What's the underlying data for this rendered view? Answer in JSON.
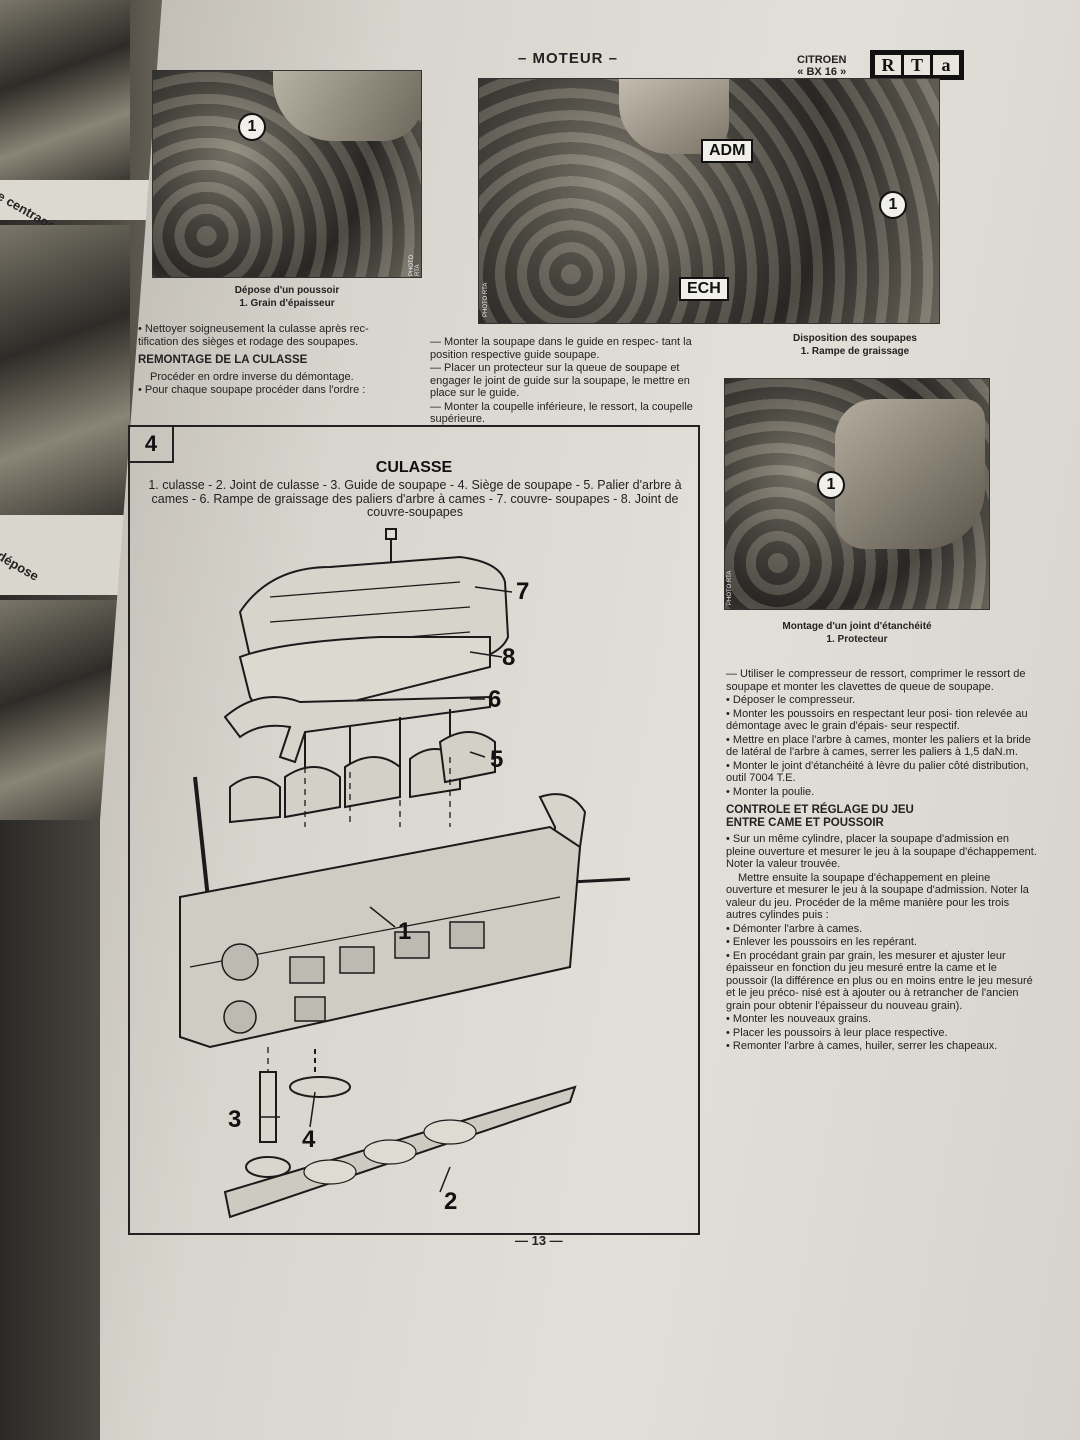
{
  "left_page": {
    "caption_1": "e centrage culasse",
    "caption_2": "dépose"
  },
  "header": {
    "section": "– MOTEUR –",
    "brand_line1": "CITROEN",
    "brand_line2": "« BX 16 »",
    "logo_letters": [
      "R",
      "T",
      "a"
    ]
  },
  "photo1": {
    "callout": "1",
    "credit": "PHOTO RTA",
    "caption_line1": "Dépose d'un poussoir",
    "caption_line2": "1. Grain d'épaisseur"
  },
  "photo2": {
    "label_top": "ADM",
    "label_bottom": "ECH",
    "callout": "1",
    "credit": "PHOTO RTA",
    "caption_line1": "Disposition des soupapes",
    "caption_line2": "1. Rampe de graissage"
  },
  "photo3": {
    "callout": "1",
    "credit": "PHOTO RTA",
    "caption_line1": "Montage d'un joint d'étanchéité",
    "caption_line2": "1. Protecteur"
  },
  "col_left_text": {
    "p1": "• Nettoyer soigneusement la culasse après rec- tification des sièges et rodage des soupapes.",
    "heading": "REMONTAGE DE LA CULASSE",
    "p2": "Procéder en ordre inverse du démontage.",
    "p3": "• Pour chaque soupape procéder dans l'ordre :"
  },
  "col_mid_text": {
    "p1": "— Monter la soupape dans le guide en respec- tant la position respective guide soupape.",
    "p2": "— Placer un protecteur sur la queue de soupape et engager le joint de guide sur la soupape, le mettre en place sur le guide.",
    "p3": "— Monter la coupelle inférieure, le ressort, la coupelle supérieure."
  },
  "figure": {
    "number": "4",
    "title": "CULASSE",
    "legend": "1. culasse - 2. Joint de culasse - 3. Guide de soupape - 4. Siège de soupape - 5. Palier d'arbre à cames - 6. Rampe de graissage des paliers d'arbre à cames - 7. couvre- soupapes - 8. Joint de couvre-soupapes",
    "labels": [
      "1",
      "2",
      "3",
      "4",
      "5",
      "6",
      "7",
      "8"
    ]
  },
  "col_right_text": {
    "p1": "— Utiliser le compresseur de ressort, comprimer le ressort de soupape et monter les clavettes de queue de soupape.",
    "p2": "• Déposer le compresseur.",
    "p3": "• Monter les poussoirs en respectant leur posi- tion relevée au démontage avec le grain d'épais- seur respectif.",
    "p4": "• Mettre en place l'arbre à cames, monter les paliers et la bride de latéral de l'arbre à cames, serrer les paliers à 1,5 daN.m.",
    "p5": "• Monter le joint d'étanchéité à lèvre du palier côté distribution, outil 7004 T.E.",
    "p6": "• Monter la poulie.",
    "heading_line1": "CONTROLE ET RÉGLAGE DU JEU",
    "heading_line2": "ENTRE CAME ET POUSSOIR",
    "p7": "• Sur un même cylindre, placer la soupape d'admission en pleine ouverture et mesurer le jeu à la soupape d'échappement. Noter la valeur trouvée.",
    "p8": "Mettre ensuite la soupape d'échappement en pleine ouverture et mesurer le jeu à la soupape d'admission. Noter la valeur du jeu. Procéder de la même manière pour les trois autres cylindes puis :",
    "p9": "• Démonter l'arbre à cames.",
    "p10": "• Enlever les poussoirs en les repérant.",
    "p11": "• En procédant grain par grain, les mesurer et ajuster leur épaisseur en fonction du jeu mesuré entre la came et le poussoir (la différence en plus ou en moins entre le jeu mesuré et le jeu préco- nisé est à ajouter ou à retrancher de l'ancien grain pour obtenir l'épaisseur du nouveau grain).",
    "p12": "• Monter les nouveaux grains.",
    "p13": "• Placer les poussoirs à leur place respective.",
    "p14": "• Remonter l'arbre à cames, huiler, serrer les chapeaux."
  },
  "footer": {
    "page_number": "— 13 —"
  }
}
